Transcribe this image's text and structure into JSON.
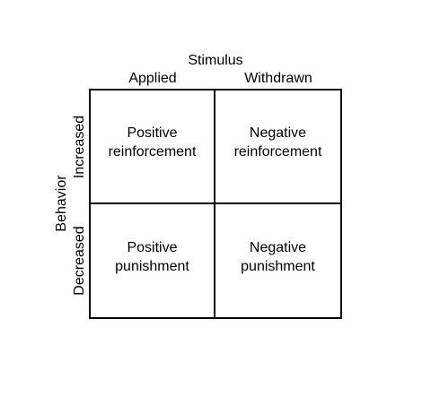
{
  "stimulus": {
    "title": "Stimulus",
    "columns": [
      "Applied",
      "Withdrawn"
    ]
  },
  "behavior": {
    "title": "Behavior",
    "rows": [
      "Increased",
      "Decreased"
    ]
  },
  "cells": [
    {
      "line1": "Positive",
      "line2": "reinforcement"
    },
    {
      "line1": "Negative",
      "line2": "reinforcement"
    },
    {
      "line1": "Positive",
      "line2": "punishment"
    },
    {
      "line1": "Negative",
      "line2": "punishment"
    }
  ]
}
